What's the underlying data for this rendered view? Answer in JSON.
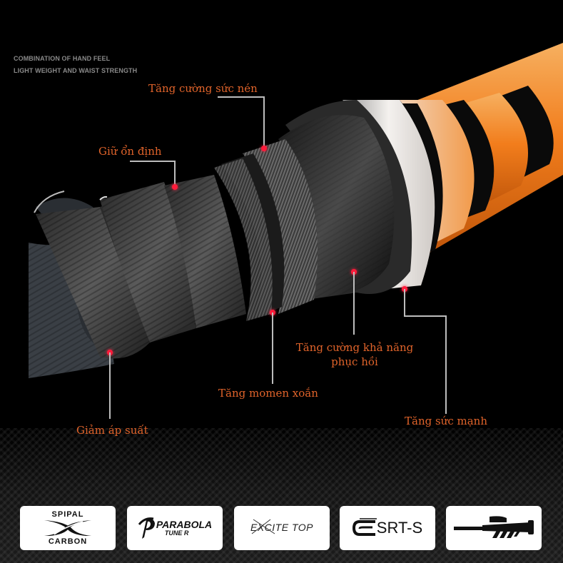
{
  "header": {
    "tagline_1": "COMBINATION OF HAND FEEL",
    "tagline_2": "LIGHT WEIGHT AND WAIST STRENGTH"
  },
  "callouts": [
    {
      "id": "compression",
      "label": "Tăng cường sức nén"
    },
    {
      "id": "stability",
      "label": "Giữ ổn định"
    },
    {
      "id": "recovery",
      "label_line_1": "Tăng cường khả năng",
      "label_line_2": "phục hồi"
    },
    {
      "id": "torque",
      "label": "Tăng momen xoắn"
    },
    {
      "id": "pressure",
      "label": "Giảm áp suất"
    },
    {
      "id": "strength",
      "label": "Tăng sức mạnh"
    }
  ],
  "colors": {
    "label": "#e0632a",
    "dot": "#ff1b3a",
    "leader_line": "#bdbdbd",
    "rod_orange": "#f07a1a",
    "background": "#000000"
  },
  "badges": [
    {
      "id": "spipal-carbon",
      "top": "SPIPAL",
      "bottom": "CARBON",
      "icon": "x-carbon-icon"
    },
    {
      "id": "parabola-tuner",
      "title": "PARABOLA",
      "subtitle": "TUNE R",
      "icon": "parabola-p-icon"
    },
    {
      "id": "excite-top",
      "title": "EXCITE TOP",
      "icon": "excite-x-icon"
    },
    {
      "id": "srt-s",
      "title": "SRT-S",
      "icon": "srt-wrap-icon"
    },
    {
      "id": "handle",
      "icon": "rod-handle-icon"
    }
  ]
}
